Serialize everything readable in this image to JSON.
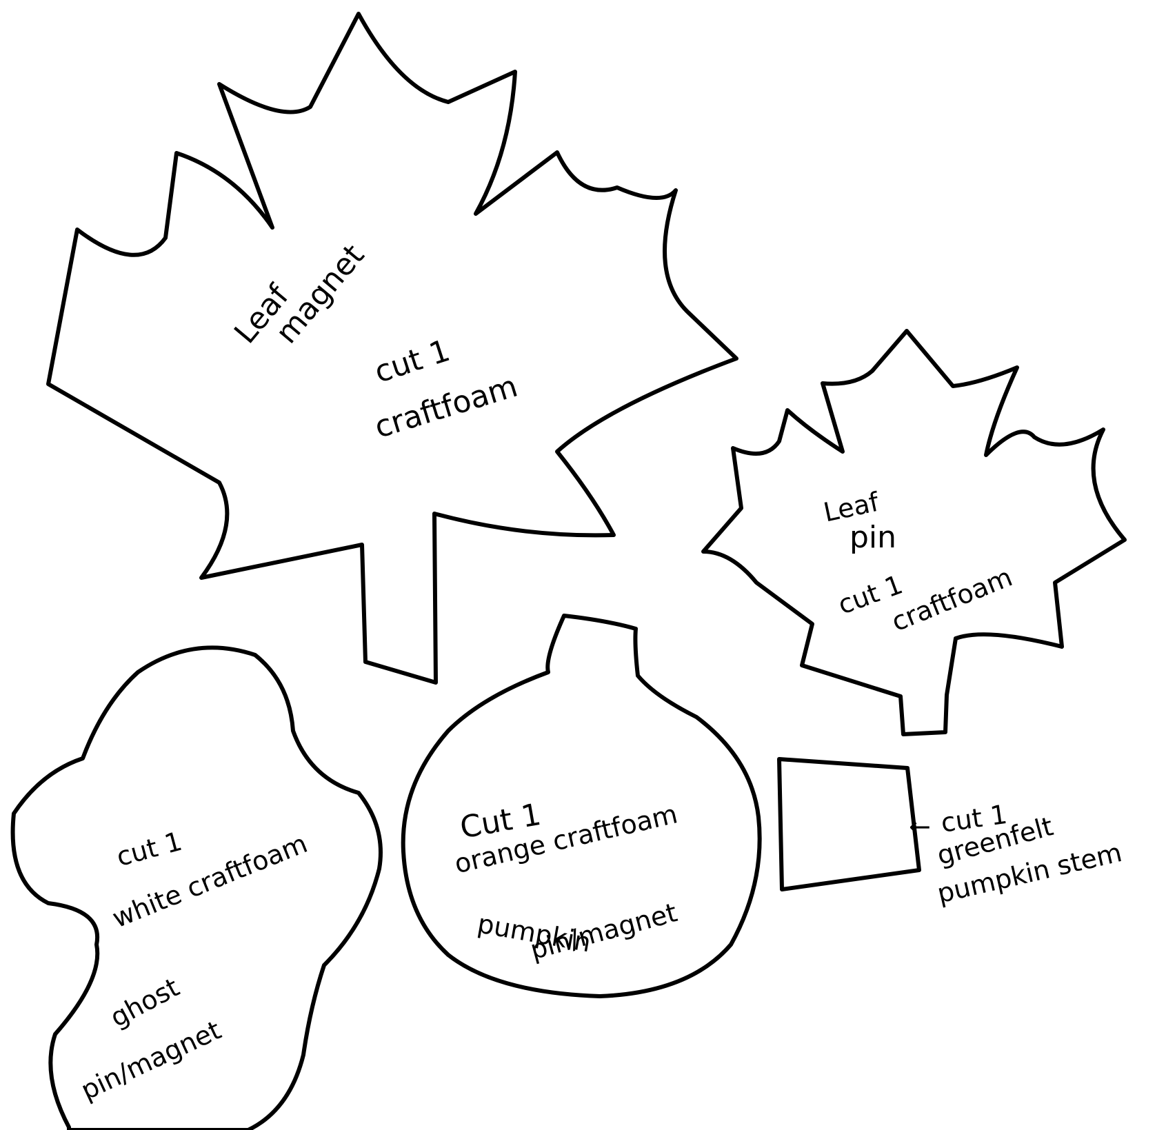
{
  "leaf_magnet": {
    "line1": "Leaf",
    "line2": "magnet",
    "cut": "cut 1",
    "material": "craftfoam"
  },
  "leaf_pin": {
    "line1": "Leaf",
    "line2": "pin",
    "cut": "cut 1",
    "material": "craftfoam"
  },
  "ghost": {
    "cut": "cut 1",
    "material": "white craftfoam",
    "name": "ghost",
    "use": "pin/magnet"
  },
  "pumpkin": {
    "cut": "Cut 1",
    "material": "orange craftfoam",
    "name": "pumpkin",
    "use": "pin/magnet"
  },
  "stem": {
    "arrow": "←",
    "cut": "cut 1",
    "material": "greenfelt",
    "name": "pumpkin stem"
  }
}
